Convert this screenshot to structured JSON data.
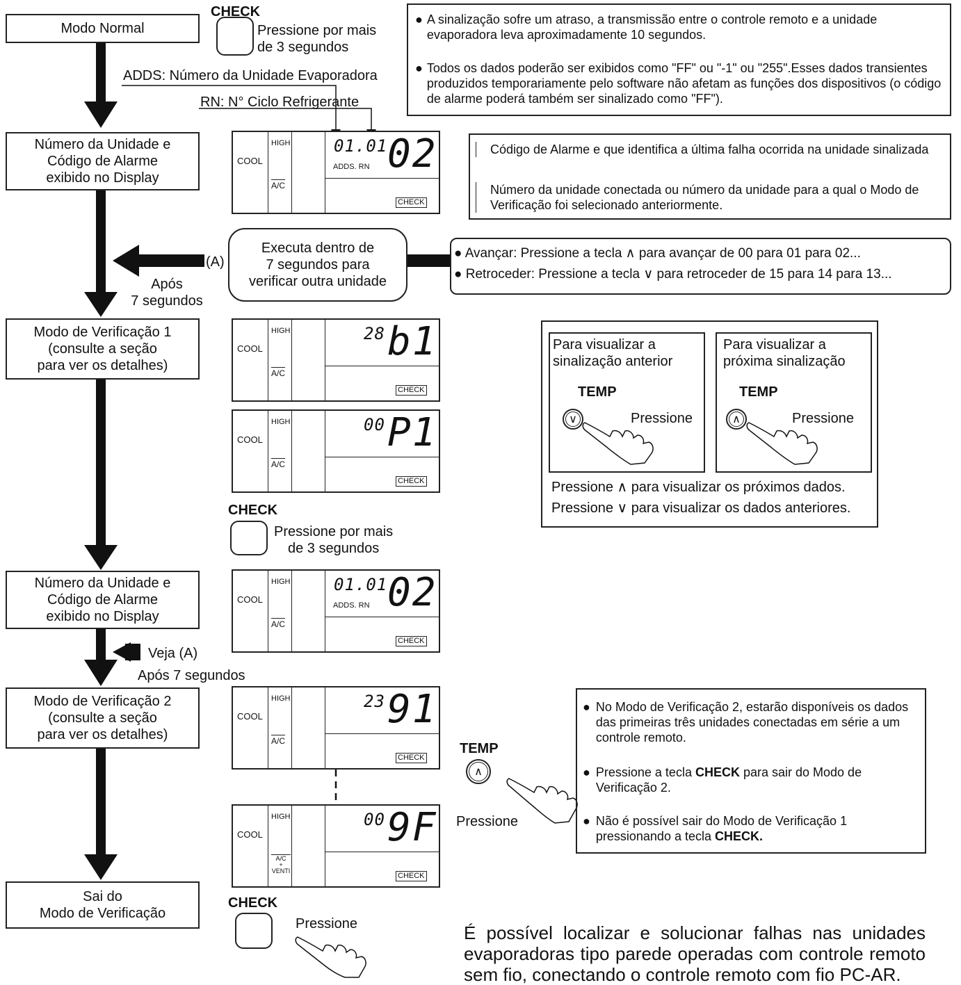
{
  "flow": {
    "modo_normal": "Modo Normal",
    "display1": "Número da Unidade e\nCódigo de Alarme\nexibido no Display",
    "verif1": "Modo de Verificação 1\n(consulte a seção\npara ver os detalhes)",
    "display2": "Número da Unidade e\nCódigo de Alarme\nexibido no Display",
    "verif2": "Modo de Verificação 2\n(consulte a seção\npara ver os detalhes)",
    "sai": "Sai do\nModo de Verificação",
    "apos1": "Após\n7 segundos",
    "a_label": "(A)",
    "veja_a": "Veja (A)",
    "apos2": "Após 7 segundos"
  },
  "check_top": {
    "title": "CHECK",
    "text": "Pressione por mais\nde 3 segundos"
  },
  "check_mid": {
    "title": "CHECK",
    "text": "Pressione por mais\nde 3 segundos"
  },
  "check_bottom": {
    "title": "CHECK",
    "text": "Pressione"
  },
  "labels": {
    "adds": "ADDS: Número da Unidade Evaporadora",
    "rn": "RN: N° Ciclo Refrigerante"
  },
  "note_top": {
    "item1": "A sinalização sofre um atraso, a transmissão entre o controle remoto e a unidade evaporadora leva aproximadamente 10 segundos.",
    "item2": "Todos os dados poderão ser exibidos como \"FF\" ou \"-1\" ou \"255\".Esses dados transientes produzidos temporariamente pelo software não afetam as funções dos dispositivos (o código de alarme poderá também ser sinalizado como \"FF\")."
  },
  "note_codes": {
    "alarm": "Código de Alarme e que identifica a última falha ocorrida na unidade sinalizada",
    "unit": "Número da unidade conectada ou número da unidade para a qual o Modo de Verificação foi selecionado anteriormente."
  },
  "executa": "Executa dentro de\n7 segundos para\nverificar outra unidade",
  "avancar": {
    "line1": "Avançar: Pressione a tecla ∧ para avançar de 00 para 01 para 02...",
    "line2": "Retroceder: Pressione a tecla ∨ para retroceder de 15 para 14 para 13..."
  },
  "temp_box": {
    "left_title": "Para visualizar a\nsinalização anterior",
    "right_title": "Para visualizar a\npróxima sinalização",
    "temp": "TEMP",
    "pressione": "Pressione",
    "next": "Pressione ∧ para visualizar os próximos dados.",
    "prev": "Pressione ∨ para visualizar os dados anteriores."
  },
  "temp_bottom": {
    "temp": "TEMP",
    "pressione": "Pressione"
  },
  "note_verif2": {
    "item1": "No Modo de Verificação 2, estarão disponíveis os dados das primeiras três unidades conectadas em série a um controle remoto.",
    "item2_a": "Pressione a tecla ",
    "item2_b": "CHECK",
    "item2_c": " para sair do Modo de Verificação 2.",
    "item3_a": "Não é possível sair do Modo de Verificação 1 pressionando a tecla ",
    "item3_b": "CHECK."
  },
  "bottom_text": "É possível localizar e solucionar falhas nas unidades evaporadoras tipo parede operadas com controle remoto sem fio, conectando o controle remoto com fio PC-AR.",
  "lcd": {
    "cool": "COOL",
    "high": "HIGH",
    "ac": "A/C",
    "check": "CHECK",
    "adds_rn": "ADDS. RN",
    "d1": {
      "small": "01.01",
      "big": "02"
    },
    "d2": {
      "small": "28",
      "big": "b1"
    },
    "d3": {
      "small": "00",
      "big": "P1"
    },
    "d4": {
      "small": "01.01",
      "big": "02"
    },
    "d5": {
      "small": "23",
      "big": "91"
    },
    "d6": {
      "small": "00",
      "big": "9F",
      "ac2": "A/C\n+\nVENTI"
    }
  }
}
